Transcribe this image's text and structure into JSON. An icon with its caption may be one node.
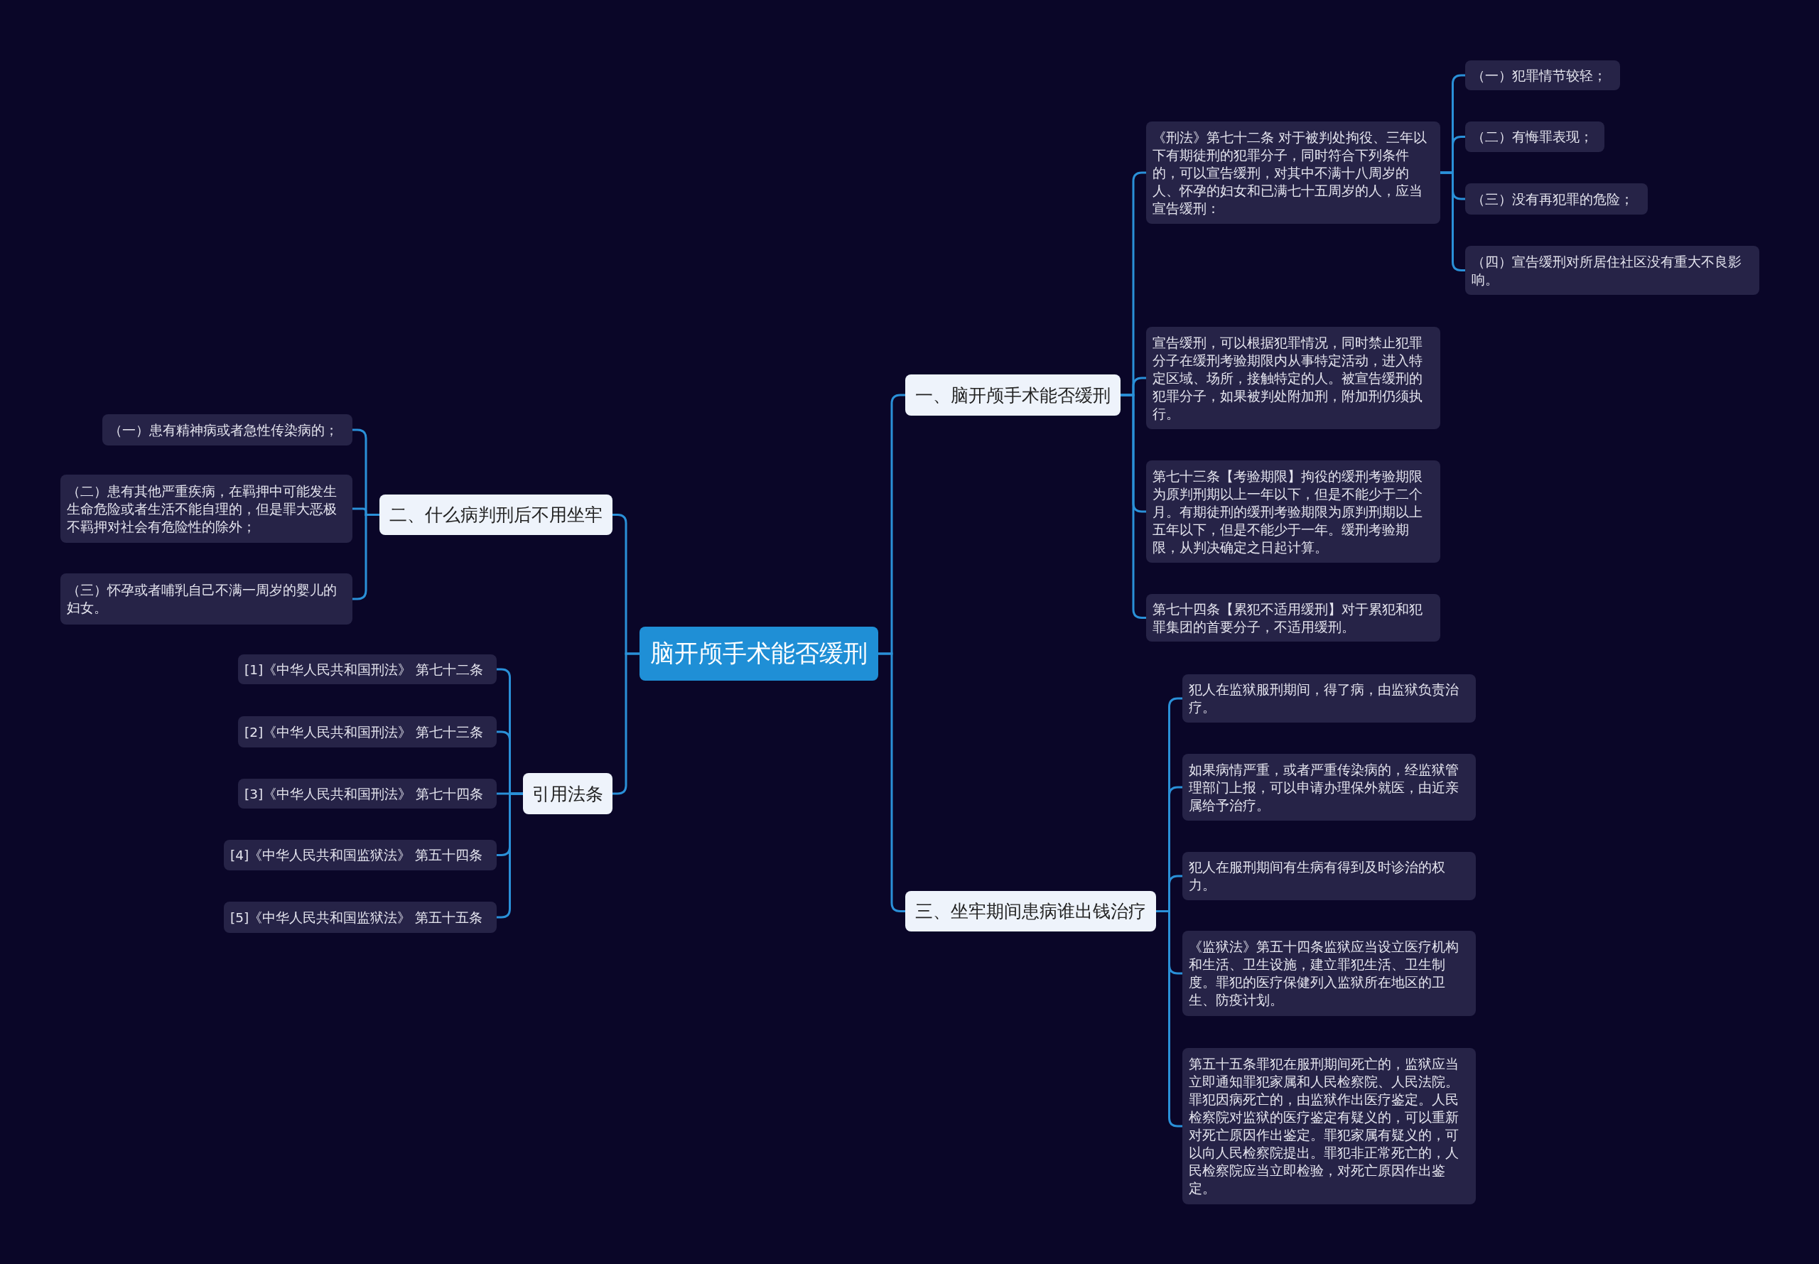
{
  "diagram": {
    "nodes": [
      {
        "text": [
          "脑开颅手术能否缓刑"
        ]
      },
      {
        "text": [
          "一、脑开颅手术能否缓刑"
        ]
      },
      {
        "text": [
          "《刑法》第七十二条 对于被判处拘役、三年以下有期徒刑的犯罪分子，同时符合下列条件的，可以宣告缓刑，对其中不满十八周岁的人、怀孕的妇女和已满七十五周岁的人，应当宣告缓刑："
        ]
      },
      {
        "text": [
          "（一）犯罪情节较轻；"
        ]
      },
      {
        "text": [
          "（二）有悔罪表现；"
        ]
      },
      {
        "text": [
          "（三）没有再犯罪的危险；"
        ]
      },
      {
        "text": [
          "（四）宣告缓刑对所居住社区没有重大不良影响。"
        ]
      },
      {
        "text": [
          "宣告缓刑，可以根据犯罪情况，同时禁止犯罪分子在缓刑考验期限内从事特定活动，进入特定区域、场所，接触特定的人。被宣告缓刑的犯罪分子，如果被判处附加刑，附加刑仍须执行。"
        ]
      },
      {
        "text": [
          "第七十三条【考验期限】拘役的缓刑考验期限为原判刑期以上一年以下，但是不能少于二个月。有期徒刑的缓刑考验期限为原判刑期以上五年以下，但是不能少于一年。缓刑考验期限，从判决确定之日起计算。"
        ]
      },
      {
        "text": [
          "第七十四条【累犯不适用缓刑】对于累犯和犯罪集团的首要分子，不适用缓刑。"
        ]
      },
      {
        "text": [
          "三、坐牢期间患病谁出钱治疗"
        ]
      },
      {
        "text": [
          "犯人在监狱服刑期间，得了病，由监狱负责治疗。"
        ]
      },
      {
        "text": [
          "如果病情严重，或者严重传染病的，经监狱管理部门上报，可以申请办理保外就医，由近亲属给予治疗。"
        ]
      },
      {
        "text": [
          "犯人在服刑期间有生病有得到及时诊治的权力。"
        ]
      },
      {
        "text": [
          "《监狱法》第五十四条监狱应当设立医疗机构和生活、卫生设施，建立罪犯生活、卫生制度。罪犯的医疗保健列入监狱所在地区的卫生、防疫计划。"
        ]
      },
      {
        "text": [
          "第五十五条罪犯在服刑期间死亡的，监狱应当立即通知罪犯家属和人民检察院、人民法院。罪犯因病死亡的，由监狱作出医疗鉴定。人民检察院对监狱的医疗鉴定有疑义的，可以重新对死亡原因作出鉴定。罪犯家属有疑义的，可以向人民检察院提出。罪犯非正常死亡的，人民检察院应当立即检验，对死亡原因作出鉴定。"
        ]
      },
      {
        "text": [
          "二、什么病判刑后不用坐牢"
        ]
      },
      {
        "text": [
          "（一）患有精神病或者急性传染病的；"
        ]
      },
      {
        "text": [
          "（二）患有其他严重疾病，在羁押中可能发生生命危险或者生活不能自理的，但是罪大恶极不羁押对社会有危险性的除外；"
        ]
      },
      {
        "text": [
          "（三）怀孕或者哺乳自己不满一周岁的婴儿的妇女。"
        ]
      },
      {
        "text": [
          "引用法条"
        ]
      },
      {
        "text": [
          "[1]《中华人民共和国刑法》 第七十二条"
        ]
      },
      {
        "text": [
          "[2]《中华人民共和国刑法》 第七十三条"
        ]
      },
      {
        "text": [
          "[3]《中华人民共和国刑法》 第七十四条"
        ]
      },
      {
        "text": [
          "[4]《中华人民共和国监狱法》 第五十四条"
        ]
      },
      {
        "text": [
          "[5]《中华人民共和国监狱法》 第五十五条"
        ]
      }
    ],
    "edges": [
      {
        "from": 0,
        "to": 1,
        "arrow": "none"
      },
      {
        "from": 1,
        "to": 2,
        "arrow": "none"
      },
      {
        "from": 2,
        "to": 3,
        "arrow": "none"
      },
      {
        "from": 2,
        "to": 4,
        "arrow": "none"
      },
      {
        "from": 2,
        "to": 5,
        "arrow": "none"
      },
      {
        "from": 2,
        "to": 6,
        "arrow": "none"
      },
      {
        "from": 1,
        "to": 7,
        "arrow": "none"
      },
      {
        "from": 1,
        "to": 8,
        "arrow": "none"
      },
      {
        "from": 1,
        "to": 9,
        "arrow": "none"
      },
      {
        "from": 0,
        "to": 10,
        "arrow": "none"
      },
      {
        "from": 10,
        "to": 11,
        "arrow": "none"
      },
      {
        "from": 10,
        "to": 12,
        "arrow": "none"
      },
      {
        "from": 10,
        "to": 13,
        "arrow": "none"
      },
      {
        "from": 10,
        "to": 14,
        "arrow": "none"
      },
      {
        "from": 10,
        "to": 15,
        "arrow": "none"
      },
      {
        "from": 0,
        "to": 16,
        "arrow": "none"
      },
      {
        "from": 16,
        "to": 17,
        "arrow": "none"
      },
      {
        "from": 16,
        "to": 18,
        "arrow": "none"
      },
      {
        "from": 16,
        "to": 19,
        "arrow": "none"
      },
      {
        "from": 0,
        "to": 20,
        "arrow": "none"
      },
      {
        "from": 20,
        "to": 21,
        "arrow": "none"
      },
      {
        "from": 20,
        "to": 22,
        "arrow": "none"
      },
      {
        "from": 20,
        "to": 23,
        "arrow": "none"
      },
      {
        "from": 20,
        "to": 24,
        "arrow": "none"
      },
      {
        "from": 20,
        "to": 25,
        "arrow": "none"
      }
    ]
  }
}
